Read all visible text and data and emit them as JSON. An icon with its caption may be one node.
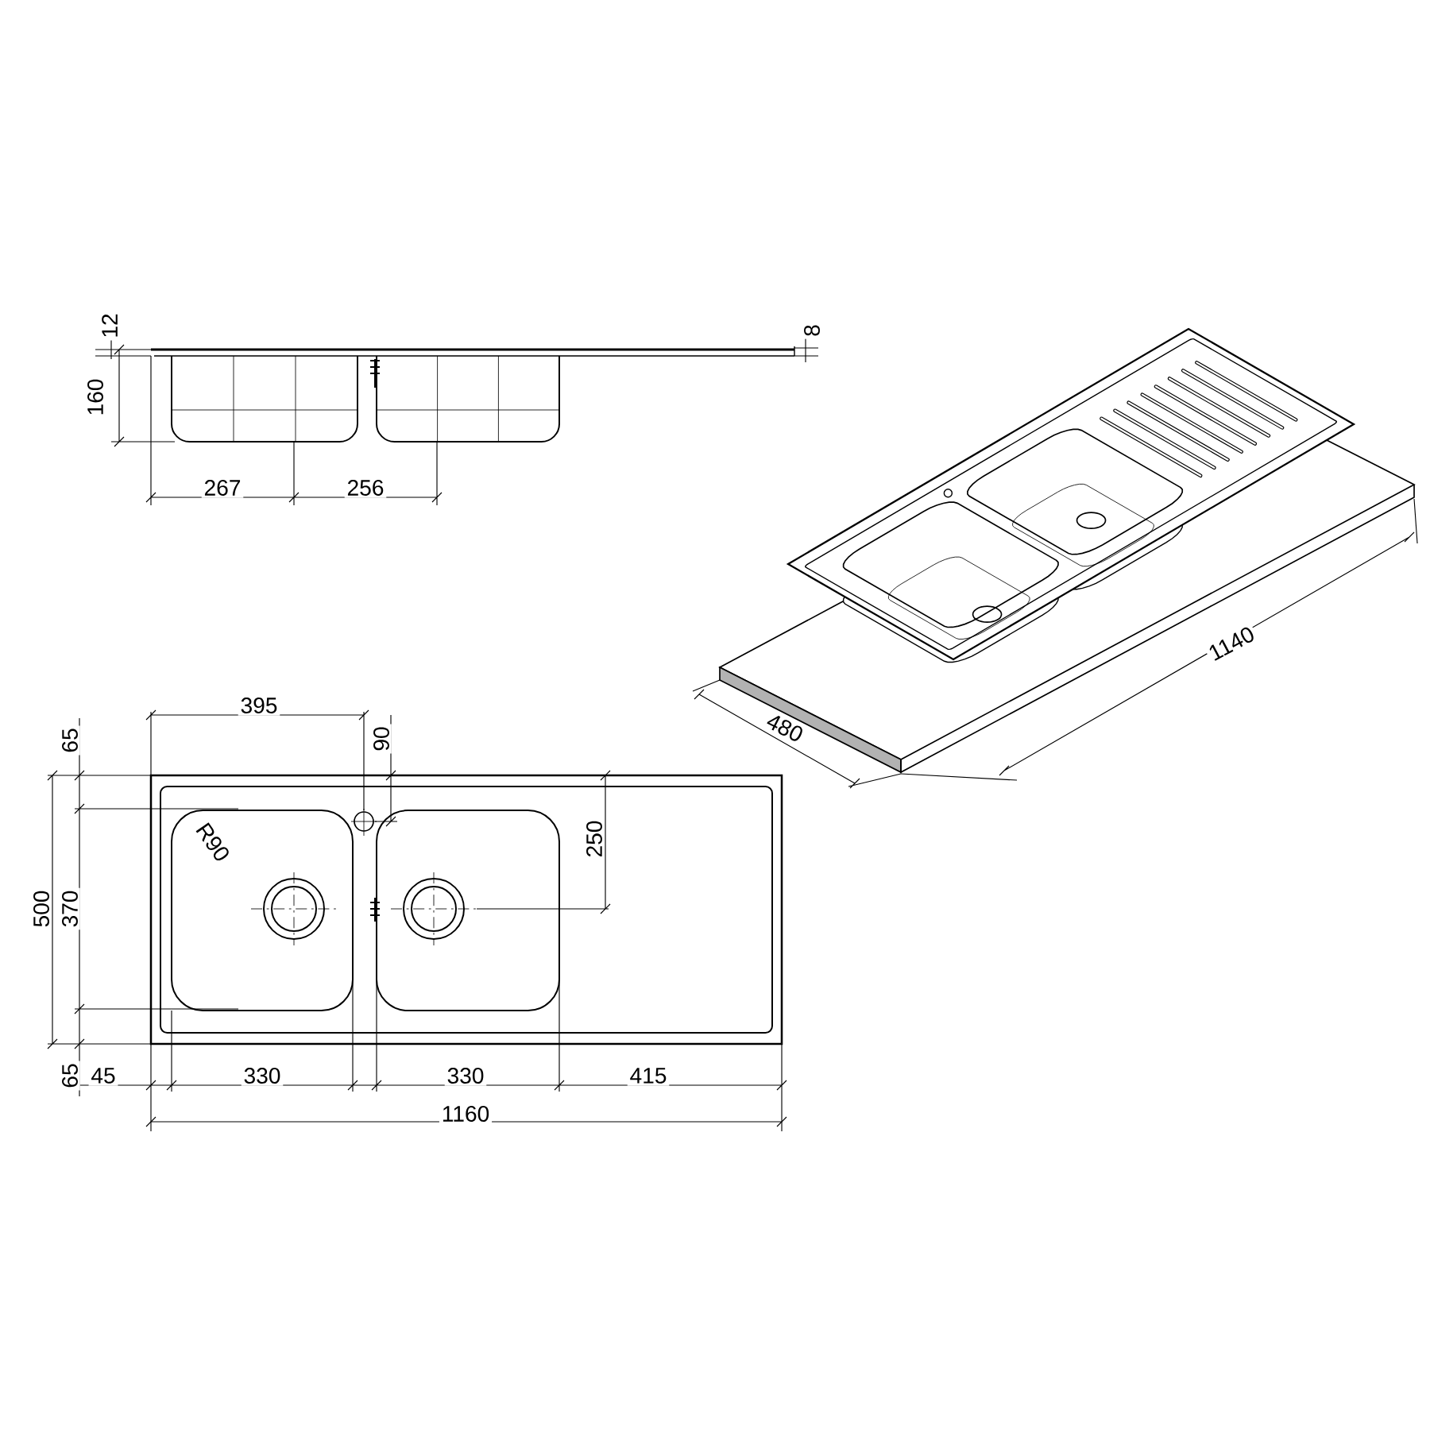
{
  "diagram": {
    "labels": [
      "12",
      "8",
      "160",
      "267",
      "256",
      "1140",
      "480",
      "395",
      "65",
      "90",
      "R90",
      "250",
      "500",
      "370",
      "65",
      "45",
      "330",
      "330",
      "415",
      "1160"
    ]
  }
}
